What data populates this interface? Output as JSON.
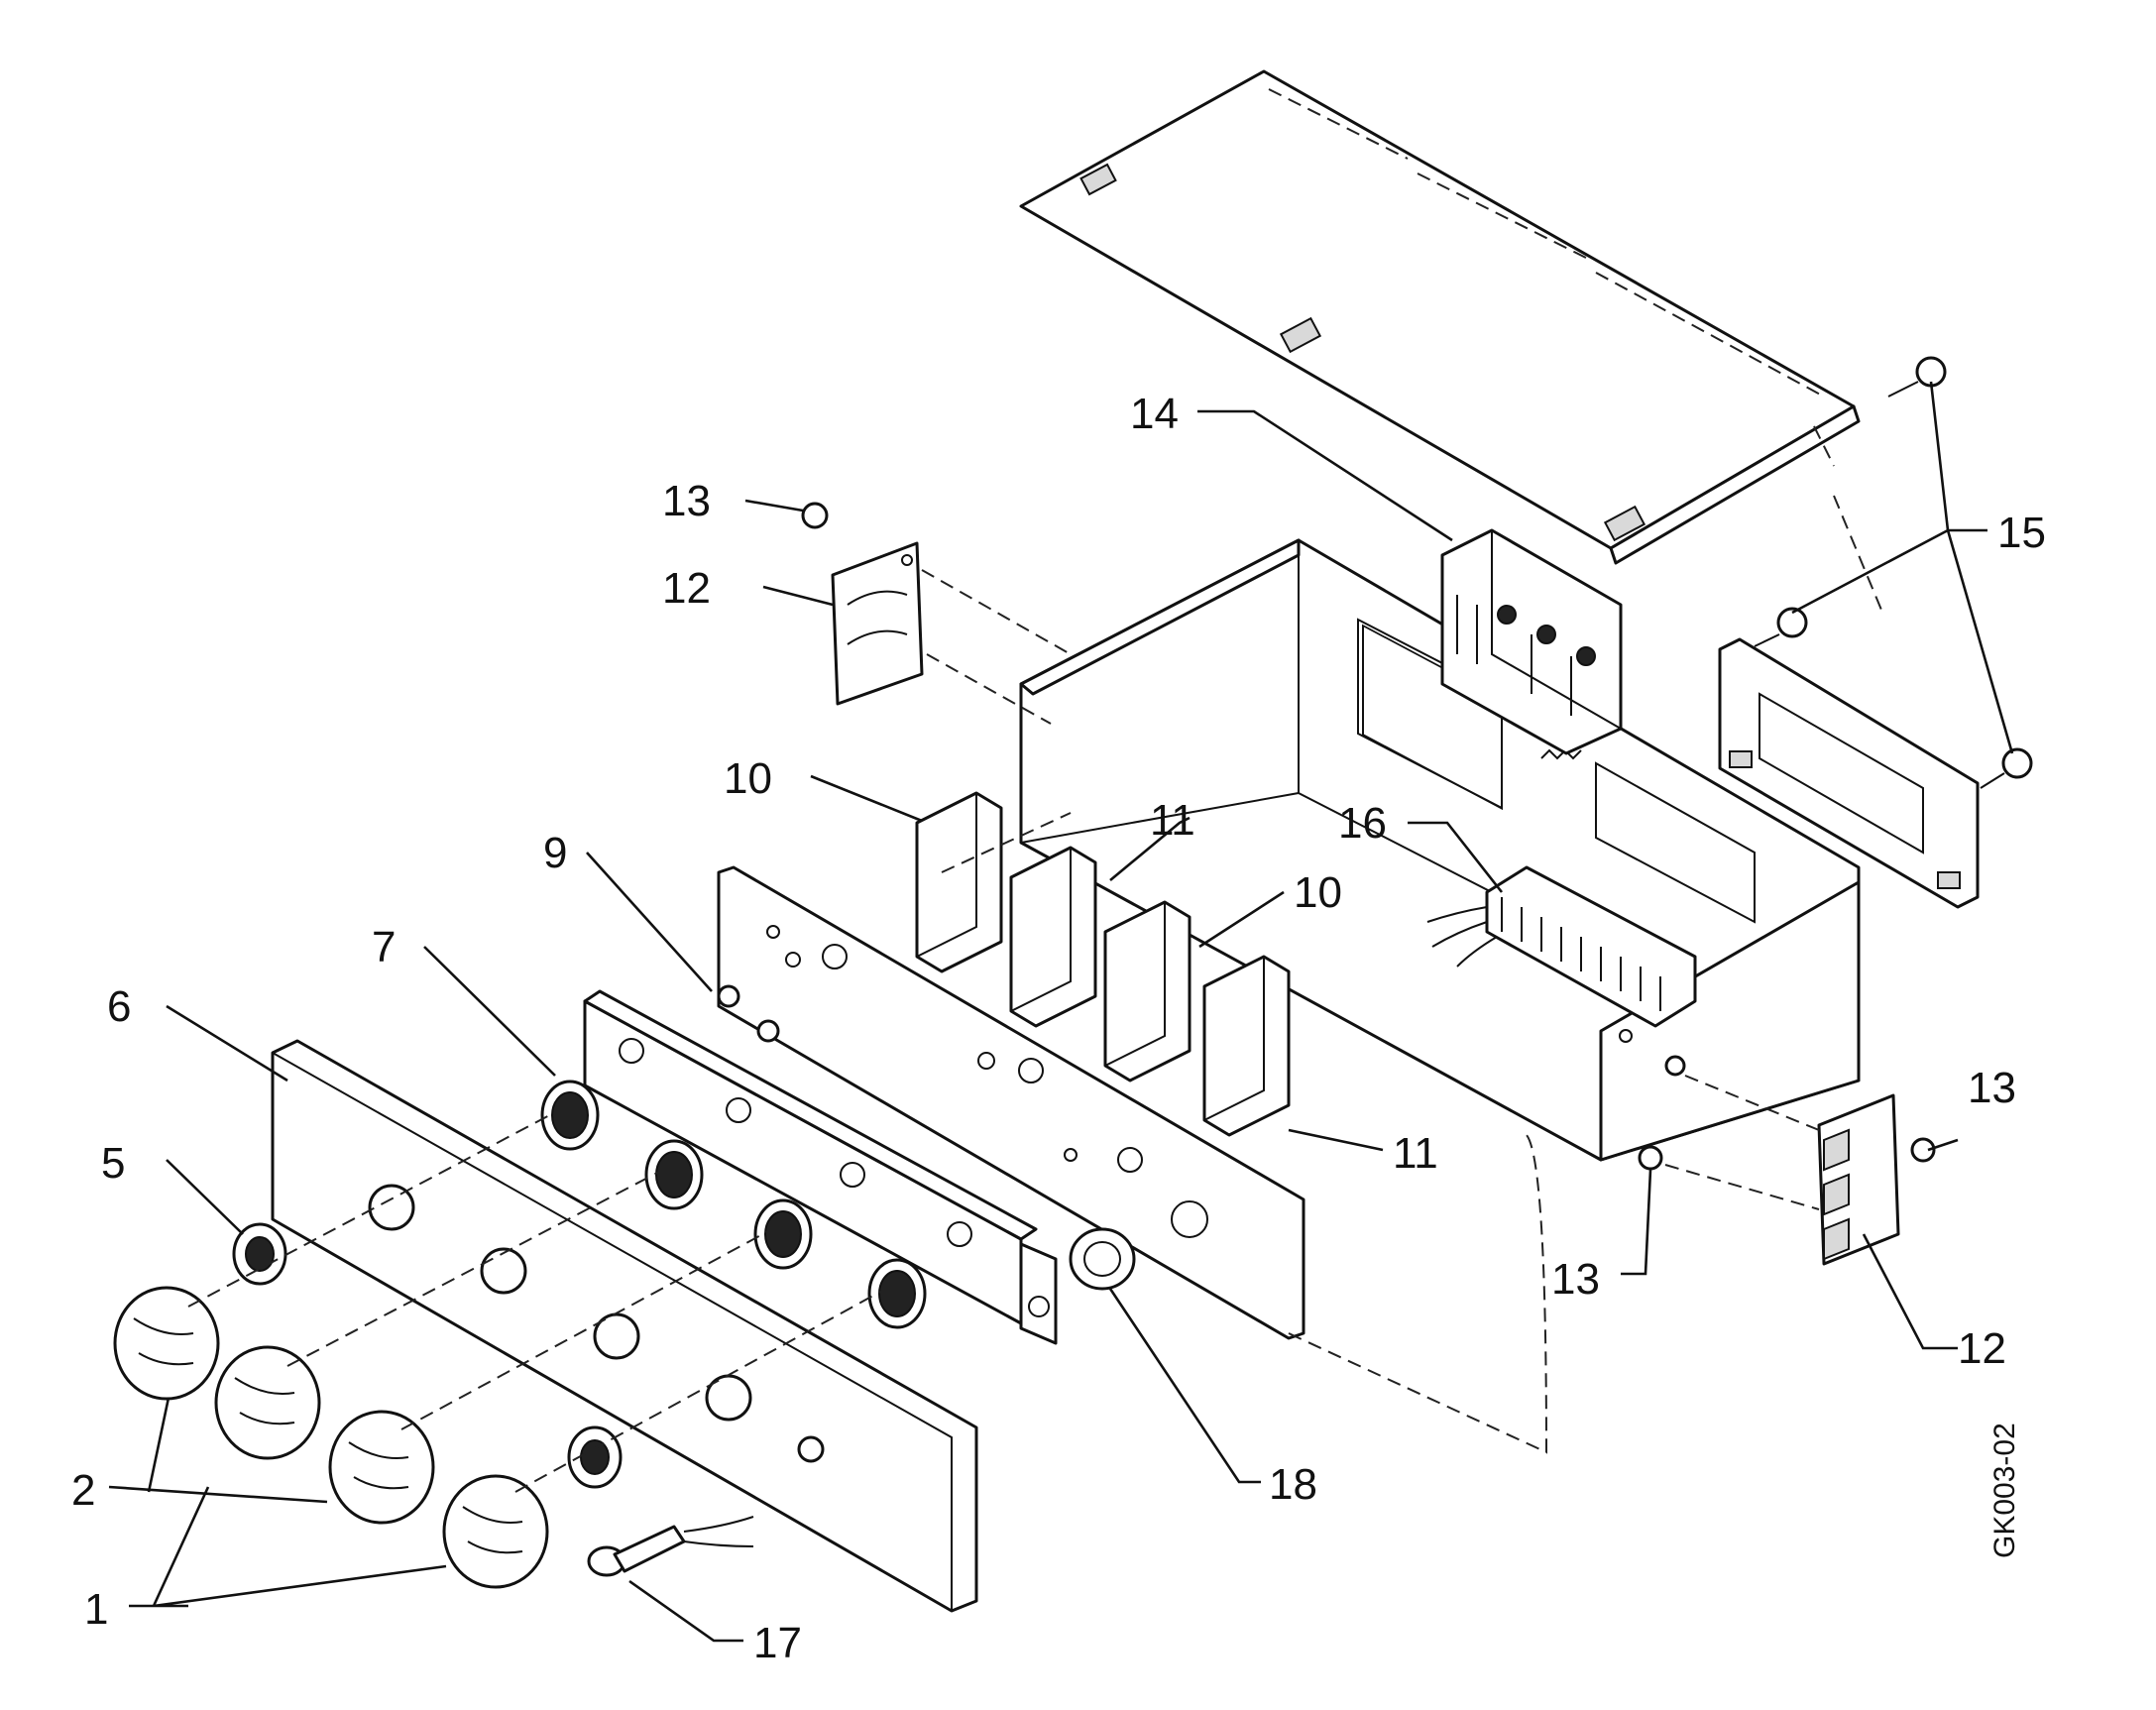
{
  "drawing_code": "GK003-02",
  "callouts": [
    "1",
    "2",
    "5",
    "6",
    "7",
    "9",
    "10",
    "10",
    "11",
    "11",
    "12",
    "12",
    "13",
    "13",
    "13",
    "14",
    "15",
    "16",
    "17",
    "18"
  ]
}
